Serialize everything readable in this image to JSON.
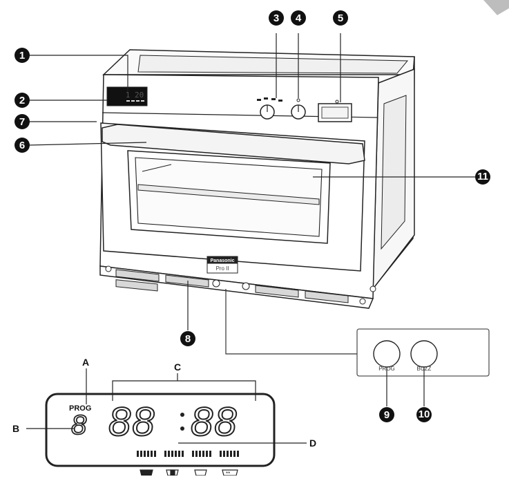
{
  "callouts": [
    "1",
    "2",
    "3",
    "4",
    "5",
    "6",
    "7",
    "8",
    "9",
    "10",
    "11"
  ],
  "letters": [
    "A",
    "B",
    "C",
    "D"
  ],
  "brand": {
    "name": "Panasonic",
    "model": "Pro II"
  },
  "buttons": {
    "prog": "PROG",
    "buzz": "BUZZ"
  },
  "lcd": {
    "prog_label": "PROG",
    "prog_digit": "8",
    "digits_left": "88",
    "digits_right": "88"
  },
  "oven_display": {
    "readout": "1 20"
  },
  "colors": {
    "outline": "#222222",
    "fill": "#ffffff",
    "shade": "#e8e8e8",
    "corner_badge": "#bbbbbb"
  }
}
